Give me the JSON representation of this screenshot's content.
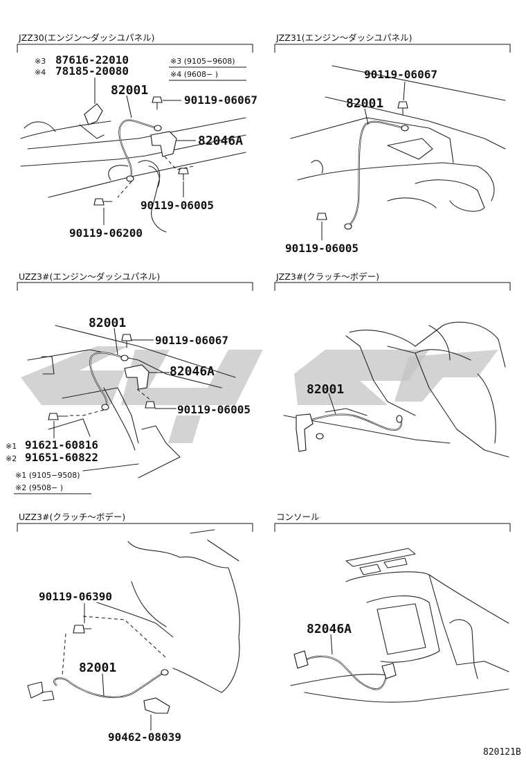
{
  "panels": [
    {
      "header": "JZZ30(エンジン～ダッシユパネル)",
      "labels": [
        "87616-22010",
        "78185-20080",
        "82001",
        "90119-06067",
        "82046A",
        "90119-06005",
        "90119-06200"
      ],
      "marks": [
        "※3",
        "※4"
      ],
      "notes": [
        "※3 (9105−9608)",
        "※4 (9608−        )"
      ]
    },
    {
      "header": "JZZ31(エンジン～ダッシユパネル)",
      "labels": [
        "90119-06067",
        "82001",
        "90119-06005"
      ]
    },
    {
      "header": "UZZ3#(エンジン～ダッシユパネル)",
      "labels": [
        "82001",
        "90119-06067",
        "82046A",
        "90119-06005",
        "91621-60816",
        "91651-60822"
      ],
      "marks": [
        "※1",
        "※2"
      ],
      "notes": [
        "※1 (9105−9508)",
        "※2 (9508−        )"
      ]
    },
    {
      "header": "JZZ3#(クラッチ～ボデー)",
      "labels": [
        "82001"
      ]
    },
    {
      "header": "UZZ3#(クラッチ～ボデー)",
      "labels": [
        "90119-06390",
        "82001",
        "90462-08039"
      ]
    },
    {
      "header": "コンソール",
      "labels": [
        "82046A"
      ]
    }
  ],
  "diagram_code": "820121B"
}
